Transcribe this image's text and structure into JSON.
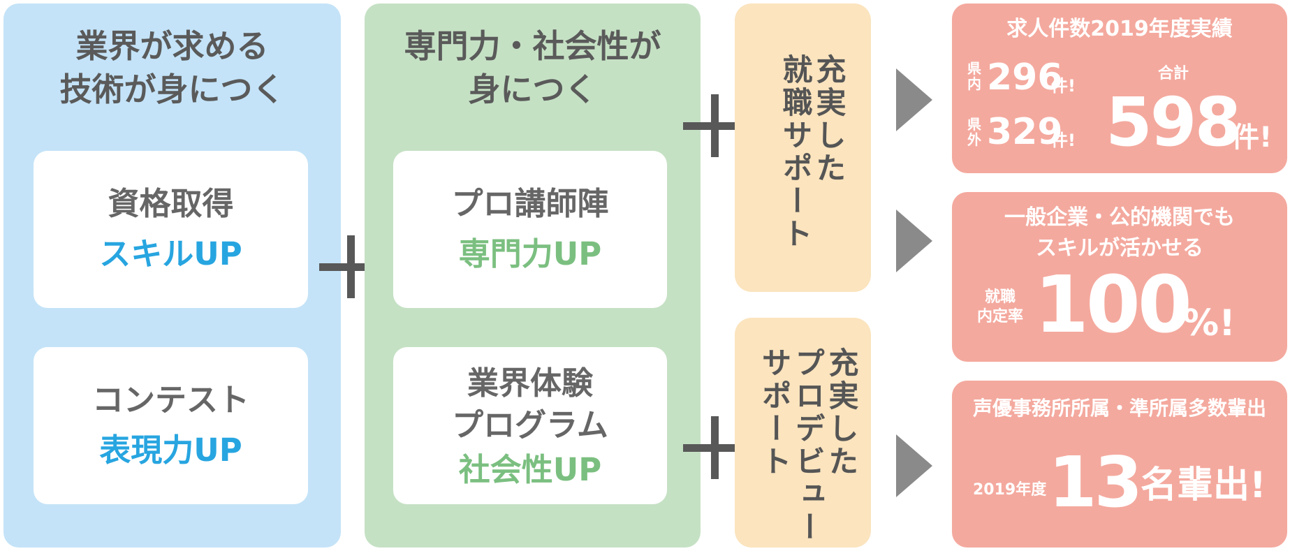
{
  "left_panel": {
    "title_lines": [
      "業界が求める",
      "技術が身につく"
    ],
    "cards": [
      {
        "main": "資格取得",
        "sub": "スキルUP"
      },
      {
        "main": "コンテスト",
        "sub": "表現力UP"
      }
    ]
  },
  "middle_panel": {
    "title_lines": [
      "専門力・社会性が",
      "身につく"
    ],
    "cards": [
      {
        "main_lines": [
          "プロ講師陣"
        ],
        "sub": "専門力UP"
      },
      {
        "main_lines": [
          "業界体験",
          "プログラム"
        ],
        "sub": "社会性UP"
      }
    ]
  },
  "support_boxes": [
    {
      "columns": [
        "充実した",
        "就職サポート"
      ]
    },
    {
      "columns": [
        "充実した",
        "プロデビュー",
        "サポート"
      ]
    }
  ],
  "results": [
    {
      "title": "求人件数2019年度実績",
      "in_pref_label": [
        "県",
        "内"
      ],
      "in_pref_value": "296",
      "out_pref_label": [
        "県",
        "外"
      ],
      "out_pref_value": "329",
      "unit": "件!",
      "total_label": "合計",
      "total_value": "598",
      "total_unit": "件!"
    },
    {
      "title_lines": [
        "一般企業・公的機関でも",
        "スキルが活かせる"
      ],
      "label_lines": [
        "就職",
        "内定率"
      ],
      "value": "100",
      "unit": "%!"
    },
    {
      "title": "声優事務所所属・準所属多数輩出",
      "year_label": "2019年度",
      "value": "13",
      "unit": "名輩出!"
    }
  ],
  "colors": {
    "blue_panel": "#c4e3f8",
    "green_panel": "#c5e1c4",
    "support_box": "#fbe4be",
    "result_box": "#f4a99e",
    "blue_accent": "#27a5e0",
    "green_accent": "#7bbf80"
  }
}
